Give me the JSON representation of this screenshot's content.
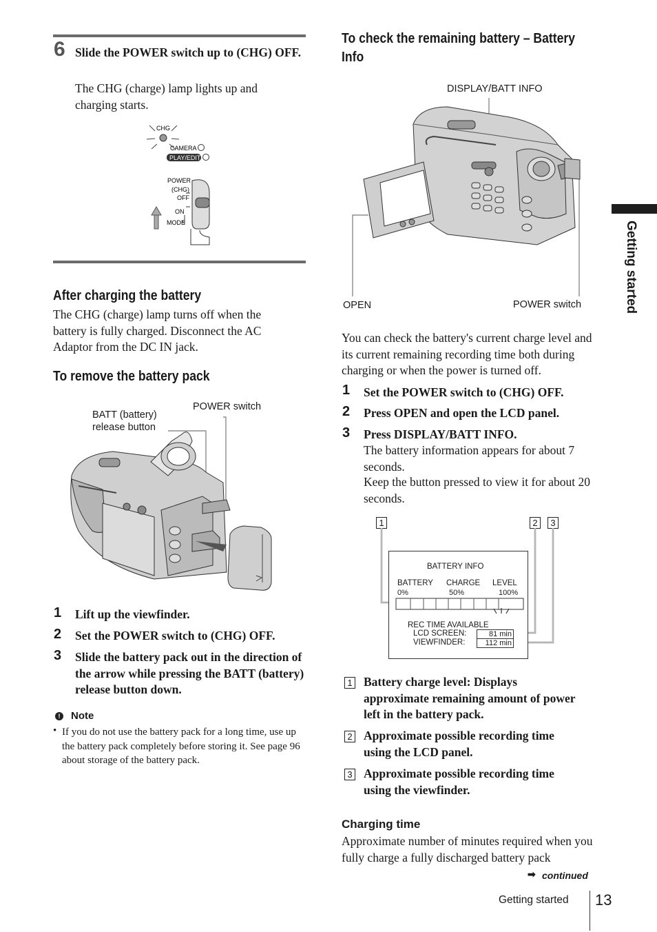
{
  "left": {
    "step6": {
      "num": "6",
      "title": "Slide the POWER switch up to (CHG) OFF.",
      "desc": "The CHG (charge) lamp lights up and charging starts."
    },
    "fig1": {
      "chg": "CHG",
      "camera": "CAMERA",
      "playedit": "PLAY/EDIT",
      "power": "POWER",
      "chg2": "(CHG)",
      "off": "OFF",
      "on": "ON",
      "mode": "MODE"
    },
    "after": {
      "heading": "After charging the battery",
      "text": "The CHG (charge) lamp turns off when the battery is fully charged. Disconnect the AC Adaptor from the DC IN jack."
    },
    "remove": {
      "heading": "To remove the battery pack",
      "label_batt1": "BATT (battery)",
      "label_batt2": "release button",
      "label_power": "POWER switch",
      "steps": [
        {
          "num": "1",
          "text": "Lift up the viewfinder."
        },
        {
          "num": "2",
          "text": "Set the POWER switch to (CHG) OFF."
        },
        {
          "num": "3",
          "text": "Slide the battery pack out in the direction of the arrow while pressing the BATT (battery) release button down."
        }
      ]
    },
    "note": {
      "label": "Note",
      "bullet": "•",
      "text": "If you do not use the battery pack for a long time, use up the battery pack completely before storing it. See page 96 about storage of the battery pack."
    }
  },
  "right": {
    "heading1": "To check the remaining battery – Battery",
    "heading2": "Info",
    "fig": {
      "display": "DISPLAY/BATT INFO",
      "open": "OPEN",
      "power": "POWER switch"
    },
    "intro": "You can check the battery's current charge level and its current remaining recording time both during charging or when the power is turned off.",
    "steps": [
      {
        "num": "1",
        "text": "Set the POWER switch to (CHG) OFF."
      },
      {
        "num": "2",
        "text": "Press OPEN and open the LCD panel."
      },
      {
        "num": "3",
        "text": "Press DISPLAY/BATT INFO."
      }
    ],
    "step3_desc1": "The battery information appears for about 7 seconds.",
    "step3_desc2": "Keep the button pressed to view it for about 20 seconds.",
    "screen": {
      "c1": "1",
      "c2": "2",
      "c3": "3",
      "title": "BATTERY  INFO",
      "col_battery": "BATTERY",
      "col_charge": "CHARGE",
      "col_level": "LEVEL",
      "p0": "0%",
      "p50": "50%",
      "p100": "100%",
      "rec": "REC  TIME  AVAILABLE",
      "lcd_label": "LCD  SCREEN:",
      "lcd_value": "81   min",
      "vf_label": "VIEWFINDER:",
      "vf_value": "112   min"
    },
    "legend": [
      {
        "num": "1",
        "text": "Battery charge level: Displays approximate remaining amount of power left in the battery pack."
      },
      {
        "num": "2",
        "text": "Approximate possible recording time using the LCD panel."
      },
      {
        "num": "3",
        "text": "Approximate possible recording time using the viewfinder."
      }
    ],
    "charging": {
      "heading": "Charging time",
      "text": "Approximate number of minutes required when you fully charge a fully discharged battery pack",
      "continued": "continued"
    }
  },
  "footer": {
    "section": "Getting started",
    "page": "13"
  },
  "sidetab": "Getting started"
}
